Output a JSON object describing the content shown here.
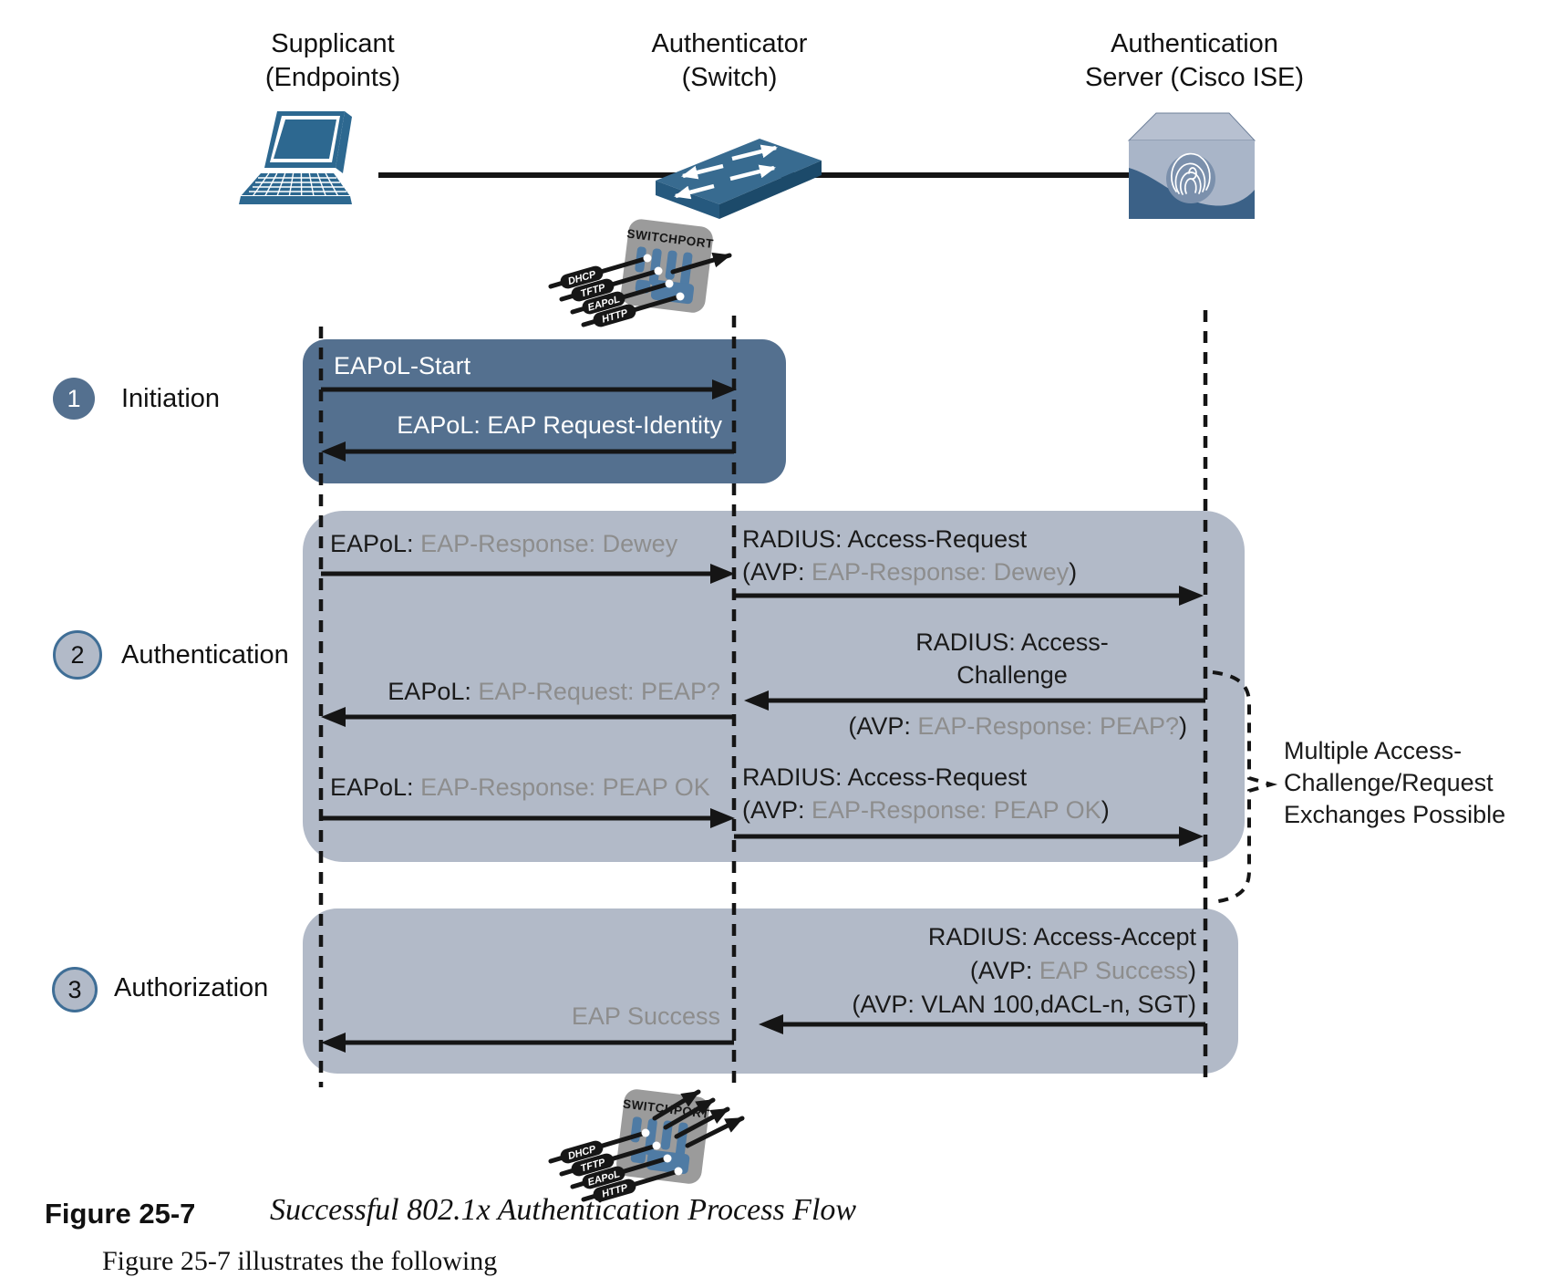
{
  "actors": {
    "supplicant": {
      "line1": "Supplicant",
      "line2": "(Endpoints)"
    },
    "authenticator": {
      "line1": "Authenticator",
      "line2": "(Switch)"
    },
    "server": {
      "line1": "Authentication",
      "line2": "Server (Cisco ISE)"
    }
  },
  "switchport_icon": {
    "title": "SWITCHPORT",
    "labels": [
      "DHCP",
      "TFTP",
      "EAPoL",
      "HTTP"
    ]
  },
  "phases": {
    "p1": {
      "num": "1",
      "label": "Initiation"
    },
    "p2": {
      "num": "2",
      "label": "Authentication"
    },
    "p3": {
      "num": "3",
      "label": "Authorization"
    }
  },
  "messages": {
    "eapol_start": "EAPoL-Start",
    "eap_request_identity": "EAPoL: EAP Request-Identity",
    "eapol_resp_dewey_black": "EAPoL:",
    "eapol_resp_dewey_gray": " EAP-Response: Dewey",
    "radius_req1_line1": "RADIUS: Access-Request",
    "radius_req1_avp_open": "(AVP:",
    "radius_req1_avp_gray": " EAP-Response: Dewey",
    "radius_req1_avp_close": ")",
    "radius_challenge_line1": "RADIUS: Access-",
    "radius_challenge_line2": "Challenge",
    "radius_challenge_avp_open": "(AVP:",
    "radius_challenge_avp_gray": " EAP-Response: PEAP?",
    "radius_challenge_avp_close": ")",
    "eap_request_peap_black": "EAPoL:",
    "eap_request_peap_gray": " EAP-Request: PEAP?",
    "eapol_resp_peapok_black": "EAPoL:",
    "eapol_resp_peapok_gray": " EAP-Response: PEAP OK",
    "radius_req2_line1": "RADIUS: Access-Request",
    "radius_req2_avp_open": "(AVP:",
    "radius_req2_avp_gray": " EAP-Response: PEAP OK",
    "radius_req2_avp_close": ")",
    "radius_accept_line1": "RADIUS: Access-Accept",
    "radius_accept_avp1_open": "(AVP:",
    "radius_accept_avp1_gray": " EAP Success",
    "radius_accept_avp1_close": ")",
    "radius_accept_avp2": "(AVP: VLAN 100,dACL-n, SGT)",
    "eap_success": "EAP Success"
  },
  "annotation": {
    "line1": "Multiple Access-",
    "line2": "Challenge/Request",
    "line3": "Exchanges Possible"
  },
  "caption": {
    "figure_label": "Figure 25-7",
    "figure_title": "Successful 802.1x Authentication Process Flow",
    "partial_next_line": "Figure 25-7 illustrates the following"
  },
  "colors": {
    "dark_box": "#54708f",
    "light_box": "#b2bac8",
    "icon_blue": "#2d6890",
    "gray_text": "#8d8d8d",
    "switchport_gray": "#9b9b9b",
    "port_blue": "#4f7ba4",
    "line_black": "#151515"
  }
}
